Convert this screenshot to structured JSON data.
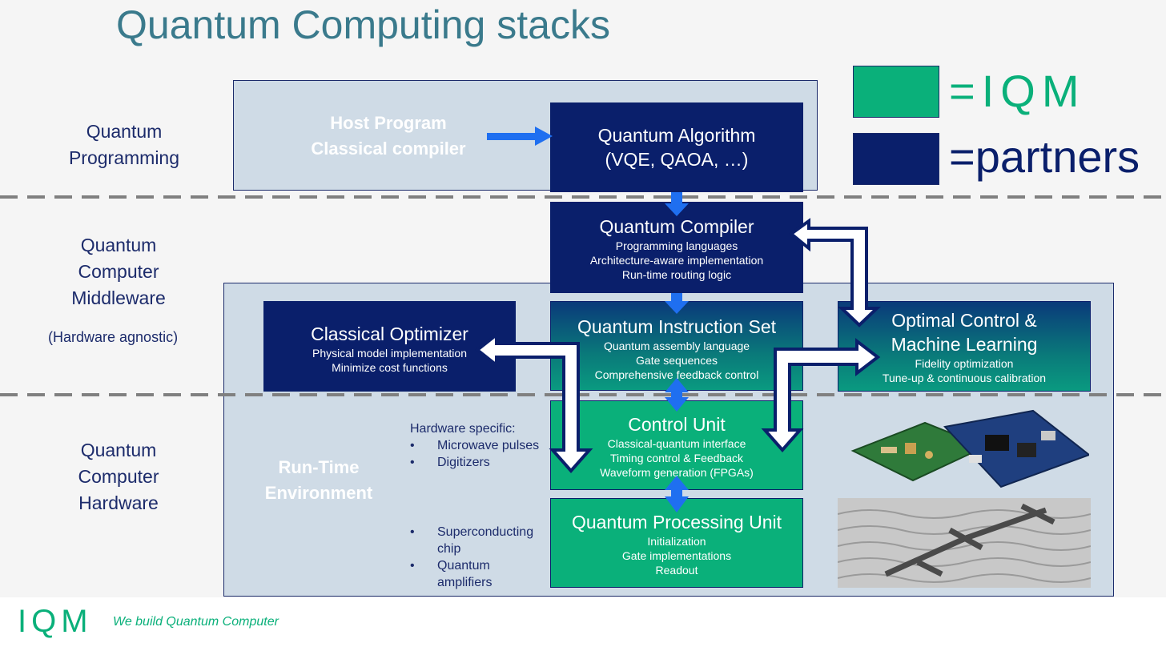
{
  "title": "Quantum Computing stacks",
  "layers": {
    "programming": "Quantum Programming",
    "middleware": "Quantum Computer Middleware",
    "agnostic": "(Hardware agnostic)",
    "hardware": "Quantum Computer Hardware"
  },
  "host": {
    "line1": "Host Program",
    "line2": "Classical compiler"
  },
  "runtime": {
    "line1": "Run-Time",
    "line2": "Environment"
  },
  "algorithm": {
    "title": "Quantum Algorithm",
    "sub": "(VQE, QAOA, …)"
  },
  "compiler": {
    "title": "Quantum Compiler",
    "lines": [
      "Programming languages",
      "Architecture-aware implementation",
      "Run-time routing logic"
    ]
  },
  "instruction": {
    "title": "Quantum Instruction Set",
    "lines": [
      "Quantum assembly language",
      "Gate sequences",
      "Comprehensive feedback control"
    ]
  },
  "optimizer": {
    "title": "Classical Optimizer",
    "lines": [
      "Physical model implementation",
      "Minimize cost functions"
    ]
  },
  "optimal": {
    "title1": "Optimal Control &",
    "title2": "Machine Learning",
    "lines": [
      "Fidelity optimization",
      "Tune-up & continuous calibration"
    ]
  },
  "control": {
    "title": "Control Unit",
    "lines": [
      "Classical-quantum interface",
      "Timing control & Feedback",
      "Waveform generation (FPGAs)"
    ]
  },
  "qpu": {
    "title": "Quantum Processing Unit",
    "lines": [
      "Initialization",
      "Gate implementations",
      "Readout"
    ]
  },
  "hardware_list": {
    "heading": "Hardware specific:",
    "items1": [
      "Microwave pulses",
      "Digitizers"
    ],
    "items2": [
      "Superconducting chip",
      "Quantum amplifiers"
    ],
    "bullet": "•"
  },
  "legend": {
    "iqm": "=IQM",
    "partners": "=partners"
  },
  "footer": {
    "logo": "IQM",
    "tagline": "We build Quantum Computer"
  },
  "colors": {
    "navy": "#0a1f6b",
    "green": "#0ab07a",
    "panel": "#cfdbe6",
    "arrow_blue": "#1f6ff0",
    "title": "#3a7a8c"
  }
}
